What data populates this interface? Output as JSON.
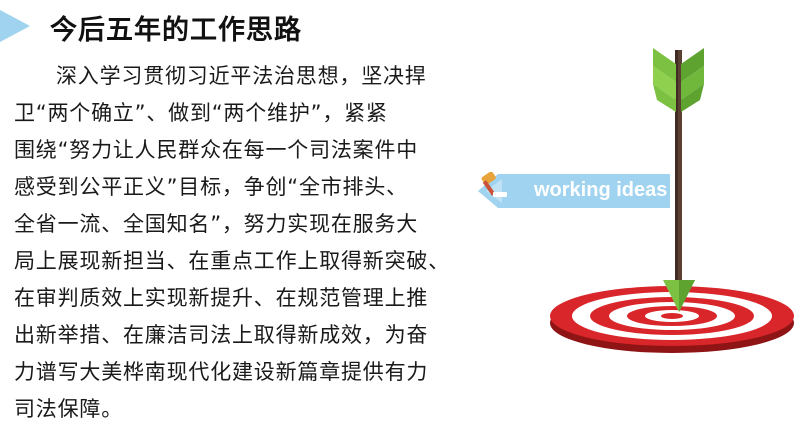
{
  "header": {
    "title": "今后五年的工作思路"
  },
  "paragraph": {
    "lines": [
      "深入学习贯彻习近平法治思想，坚决捍",
      "卫“两个确立”、做到“两个维护”，紧紧",
      "围绕“努力让人民群众在每一个司法案件中",
      "感受到公平正义”目标，争创“全市排头、",
      "全省一流、全国知名”，努力实现在服务大",
      "局上展现新担当、在重点工作上取得新突破、",
      "在审判质效上实现新提升、在规范管理上推",
      "出新举措、在廉洁司法上取得新成效，为奋",
      "力谱写大美桦南现代化建设新篇章提供有力",
      "司法保障。"
    ]
  },
  "illustration": {
    "tag_label": "working ideas",
    "icon": "gavel-icon",
    "colors": {
      "tag_bg": "#9fd3ef",
      "target_red": "#d9262a",
      "arrow_green": "#7cc142",
      "shaft": "#5a4032"
    }
  }
}
